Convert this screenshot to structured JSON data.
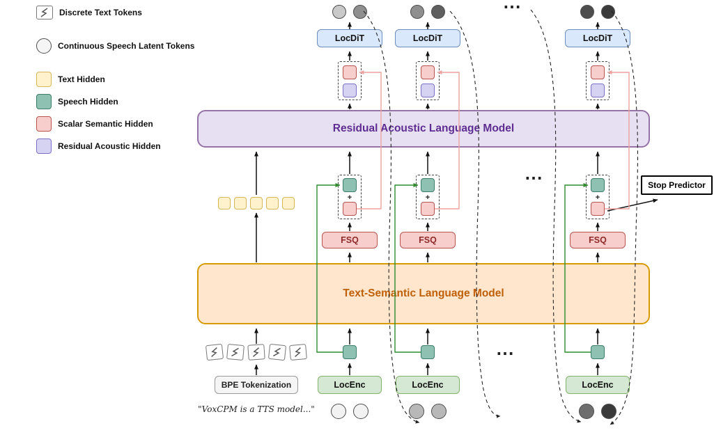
{
  "legend": {
    "items": [
      {
        "id": "discrete-text-tokens",
        "label": "Discrete Text Tokens"
      },
      {
        "id": "continuous-speech-latent-tokens",
        "label": "Continuous Speech Latent Tokens"
      },
      {
        "id": "text-hidden",
        "label": "Text Hidden"
      },
      {
        "id": "speech-hidden",
        "label": "Speech Hidden"
      },
      {
        "id": "scalar-semantic-hidden",
        "label": "Scalar Semantic Hidden"
      },
      {
        "id": "residual-acoustic-hidden",
        "label": "Residual Acoustic Hidden"
      }
    ]
  },
  "models": {
    "residual_acoustic": "Residual Acoustic Language Model",
    "text_semantic": "Text-Semantic Language Model"
  },
  "blocks": {
    "locdit": "LocDiT",
    "locenc": "LocEnc",
    "fsq": "FSQ",
    "bpe": "BPE Tokenization",
    "stop_predictor": "Stop Predictor",
    "plus": "+",
    "ellipsis": "⋯"
  },
  "input_text": "\"VoxCPM is a TTS model...\"",
  "colors": {
    "text_hidden_fill": "#fff2cc",
    "text_hidden_border": "#d6b656",
    "speech_hidden_fill": "#8fc1b2",
    "speech_hidden_border": "#3c7c68",
    "scalar_semantic_fill": "#f8cecc",
    "scalar_semantic_border": "#b85450",
    "residual_acoustic_fill": "#d6d2f2",
    "residual_acoustic_border": "#7b70c9",
    "locdit_fill": "#dae8fc",
    "locdit_border": "#6c8ebf",
    "locenc_fill": "#d5e8d4",
    "locenc_border": "#82b366",
    "text_semantic_fill": "#ffe6cc",
    "text_semantic_border": "#d79b00",
    "residual_lm_fill": "#e7dff2",
    "residual_lm_border": "#9673a6",
    "green_connector": "#2e8b2e",
    "pink_connector": "#eda29d"
  },
  "columns": [
    {
      "top_circles": [
        "#c9c9c9",
        "#8f8f8f"
      ],
      "bottom_circles": [
        "#f2f2f2",
        "#f2f2f2"
      ]
    },
    {
      "top_circles": [
        "#8f8f8f",
        "#5f5f5f"
      ],
      "bottom_circles": [
        "#b8b8b8",
        "#b8b8b8"
      ]
    },
    {
      "top_circles": [
        "#4d4d4d",
        "#3a3a3a"
      ],
      "bottom_circles": [
        "#6e6e6e",
        "#3a3a3a"
      ]
    }
  ]
}
